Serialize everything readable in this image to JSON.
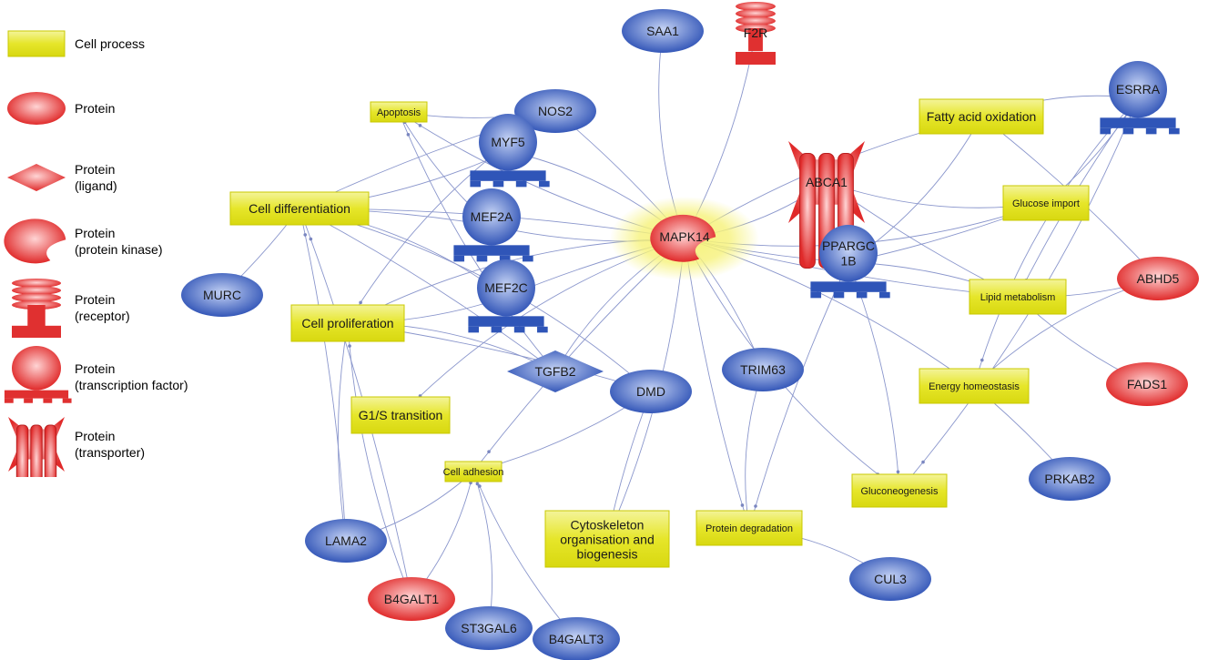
{
  "legend": {
    "items": [
      {
        "label": "Cell process",
        "shape": "process"
      },
      {
        "label": "Protein",
        "shape": "protein"
      },
      {
        "label": "Protein\n(ligand)",
        "shape": "ligand"
      },
      {
        "label": "Protein\n(protein kinase)",
        "shape": "kinase"
      },
      {
        "label": "Protein\n(receptor)",
        "shape": "receptor"
      },
      {
        "label": "Protein\n(transcription factor)",
        "shape": "tf"
      },
      {
        "label": "Protein\n(transporter)",
        "shape": "transporter"
      }
    ]
  },
  "colors": {
    "process": "#e8e83a",
    "process_border": "#c8c800",
    "red": "#e03a3a",
    "blue": "#3a5fc0",
    "edge": "#8a96cc",
    "edge_highlight": "#2a8ab0",
    "glow": "#f3f07a"
  },
  "nodes": [
    {
      "id": "MAPK14",
      "label": "MAPK14",
      "type": "kinase",
      "color": "red"
    },
    {
      "id": "SAA1",
      "label": "SAA1",
      "type": "protein",
      "color": "blue"
    },
    {
      "id": "F2R",
      "label": "F2R",
      "type": "receptor",
      "color": "red"
    },
    {
      "id": "NOS2",
      "label": "NOS2",
      "type": "protein",
      "color": "blue"
    },
    {
      "id": "MYF5",
      "label": "MYF5",
      "type": "tf",
      "color": "blue"
    },
    {
      "id": "MEF2A",
      "label": "MEF2A",
      "type": "tf",
      "color": "blue"
    },
    {
      "id": "MEF2C",
      "label": "MEF2C",
      "type": "tf",
      "color": "blue"
    },
    {
      "id": "TGFB2",
      "label": "TGFB2",
      "type": "ligand",
      "color": "blue"
    },
    {
      "id": "DMD",
      "label": "DMD",
      "type": "protein",
      "color": "blue"
    },
    {
      "id": "TRIM63",
      "label": "TRIM63",
      "type": "protein",
      "color": "blue"
    },
    {
      "id": "ABCA1",
      "label": "ABCA1",
      "type": "transporter",
      "color": "red"
    },
    {
      "id": "ESRRA",
      "label": "ESRRA",
      "type": "tf",
      "color": "blue"
    },
    {
      "id": "PPARGC1B",
      "label": "PPARGC\n1B",
      "type": "tf",
      "color": "blue"
    },
    {
      "id": "ABHD5",
      "label": "ABHD5",
      "type": "protein",
      "color": "red"
    },
    {
      "id": "FADS1",
      "label": "FADS1",
      "type": "protein",
      "color": "red"
    },
    {
      "id": "MURC",
      "label": "MURC",
      "type": "protein",
      "color": "blue"
    },
    {
      "id": "LAMA2",
      "label": "LAMA2",
      "type": "protein",
      "color": "blue"
    },
    {
      "id": "B4GALT1",
      "label": "B4GALT1",
      "type": "protein",
      "color": "red"
    },
    {
      "id": "ST3GAL6",
      "label": "ST3GAL6",
      "type": "protein",
      "color": "blue"
    },
    {
      "id": "B4GALT3",
      "label": "B4GALT3",
      "type": "protein",
      "color": "blue"
    },
    {
      "id": "PRKAB2",
      "label": "PRKAB2",
      "type": "protein",
      "color": "blue"
    },
    {
      "id": "CUL3",
      "label": "CUL3",
      "type": "protein",
      "color": "blue"
    },
    {
      "id": "Apoptosis",
      "label": "Apoptosis",
      "type": "process"
    },
    {
      "id": "CellDiff",
      "label": "Cell differentiation",
      "type": "process"
    },
    {
      "id": "CellProl",
      "label": "Cell proliferation",
      "type": "process"
    },
    {
      "id": "G1S",
      "label": "G1/S transition",
      "type": "process"
    },
    {
      "id": "CellAdh",
      "label": "Cell adhesion",
      "type": "process"
    },
    {
      "id": "Cyto",
      "label": "Cytoskeleton\norganisation and\nbiogenesis",
      "type": "process"
    },
    {
      "id": "ProtDeg",
      "label": "Protein degradation",
      "type": "process"
    },
    {
      "id": "Gluconeo",
      "label": "Gluconeogenesis",
      "type": "process"
    },
    {
      "id": "EnergyH",
      "label": "Energy homeostasis",
      "type": "process"
    },
    {
      "id": "LipidMet",
      "label": "Lipid metabolism",
      "type": "process"
    },
    {
      "id": "GlucImp",
      "label": "Glucose import",
      "type": "process"
    },
    {
      "id": "FAO",
      "label": "Fatty acid oxidation",
      "type": "process"
    }
  ],
  "edges": [
    [
      "SAA1",
      "MAPK14"
    ],
    [
      "F2R",
      "MAPK14"
    ],
    [
      "MAPK14",
      "NOS2"
    ],
    [
      "MAPK14",
      "MYF5"
    ],
    [
      "MAPK14",
      "MEF2A"
    ],
    [
      "MAPK14",
      "MEF2C"
    ],
    [
      "MAPK14",
      "TGFB2"
    ],
    [
      "MAPK14",
      "TRIM63"
    ],
    [
      "MAPK14",
      "PPARGC1B"
    ],
    [
      "MAPK14",
      "ABCA1"
    ],
    [
      "MAPK14",
      "Apoptosis"
    ],
    [
      "MAPK14",
      "CellDiff"
    ],
    [
      "MAPK14",
      "CellProl"
    ],
    [
      "MAPK14",
      "Cyto"
    ],
    [
      "MAPK14",
      "ProtDeg"
    ],
    [
      "MAPK14",
      "Gluconeo"
    ],
    [
      "MAPK14",
      "EnergyH"
    ],
    [
      "MAPK14",
      "LipidMet"
    ],
    [
      "MAPK14",
      "GlucImp"
    ],
    [
      "MAPK14",
      "FAO"
    ],
    [
      "MAPK14",
      "CellAdh"
    ],
    [
      "MAPK14",
      "G1S"
    ],
    [
      "NOS2",
      "Apoptosis"
    ],
    [
      "NOS2",
      "CellDiff"
    ],
    [
      "NOS2",
      "CellProl"
    ],
    [
      "MYF5",
      "CellDiff"
    ],
    [
      "MEF2A",
      "CellDiff"
    ],
    [
      "MEF2C",
      "CellDiff"
    ],
    [
      "MEF2C",
      "CellProl"
    ],
    [
      "TGFB2",
      "CellDiff"
    ],
    [
      "TGFB2",
      "CellProl"
    ],
    [
      "TGFB2",
      "Apoptosis"
    ],
    [
      "DMD",
      "CellProl"
    ],
    [
      "DMD",
      "CellDiff"
    ],
    [
      "DMD",
      "CellAdh"
    ],
    [
      "DMD",
      "Cyto"
    ],
    [
      "TRIM63",
      "ProtDeg"
    ],
    [
      "PPARGC1B",
      "LipidMet"
    ],
    [
      "PPARGC1B",
      "GlucImp"
    ],
    [
      "PPARGC1B",
      "FAO"
    ],
    [
      "PPARGC1B",
      "Gluconeo"
    ],
    [
      "PPARGC1B",
      "ProtDeg"
    ],
    [
      "ESRRA",
      "FAO"
    ],
    [
      "ESRRA",
      "GlucImp"
    ],
    [
      "ESRRA",
      "LipidMet"
    ],
    [
      "ESRRA",
      "EnergyH"
    ],
    [
      "ESRRA",
      "Gluconeo"
    ],
    [
      "ABCA1",
      "LipidMet"
    ],
    [
      "ABCA1",
      "GlucImp"
    ],
    [
      "ABHD5",
      "LipidMet"
    ],
    [
      "ABHD5",
      "FAO"
    ],
    [
      "ABHD5",
      "EnergyH"
    ],
    [
      "FADS1",
      "LipidMet"
    ],
    [
      "MURC",
      "CellDiff"
    ],
    [
      "LAMA2",
      "CellAdh"
    ],
    [
      "LAMA2",
      "CellProl"
    ],
    [
      "LAMA2",
      "CellDiff"
    ],
    [
      "B4GALT1",
      "CellAdh"
    ],
    [
      "B4GALT1",
      "CellProl"
    ],
    [
      "B4GALT1",
      "CellDiff"
    ],
    [
      "ST3GAL6",
      "CellAdh"
    ],
    [
      "B4GALT3",
      "CellAdh"
    ],
    [
      "PRKAB2",
      "EnergyH"
    ],
    [
      "CUL3",
      "ProtDeg"
    ],
    [
      "MEF2A",
      "Apoptosis"
    ]
  ],
  "highlight_edge": [
    "ESRRA",
    "PPARGC1B"
  ]
}
